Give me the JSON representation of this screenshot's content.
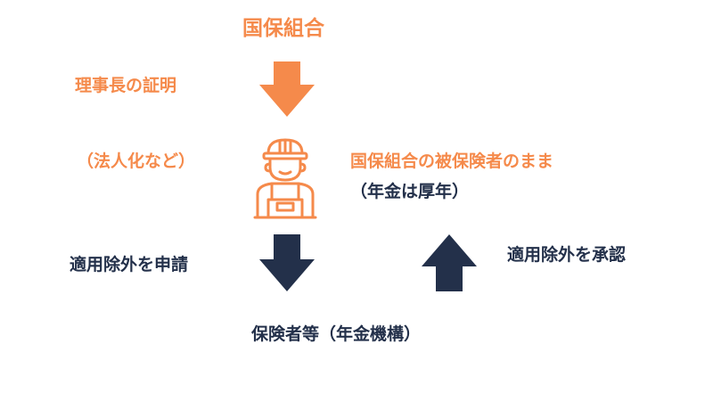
{
  "title": "国保組合",
  "labels": {
    "proof": "理事長の証明",
    "incorporation": "（法人化など）",
    "stays_insured": "国保組合の被保険者のまま",
    "pension": "（年金は厚年）",
    "apply_exclusion": "適用除外を申請",
    "approve_exclusion": "適用除外を承認",
    "insurer": "保険者等（年金機構）"
  },
  "icons": {
    "worker": "construction-worker-icon",
    "arrow_orange": "arrow-down-icon",
    "arrow_down": "arrow-down-icon",
    "arrow_up": "arrow-up-icon"
  },
  "colors": {
    "orange": "#f58a4b",
    "navy": "#23304a",
    "background": "#ffffff"
  }
}
